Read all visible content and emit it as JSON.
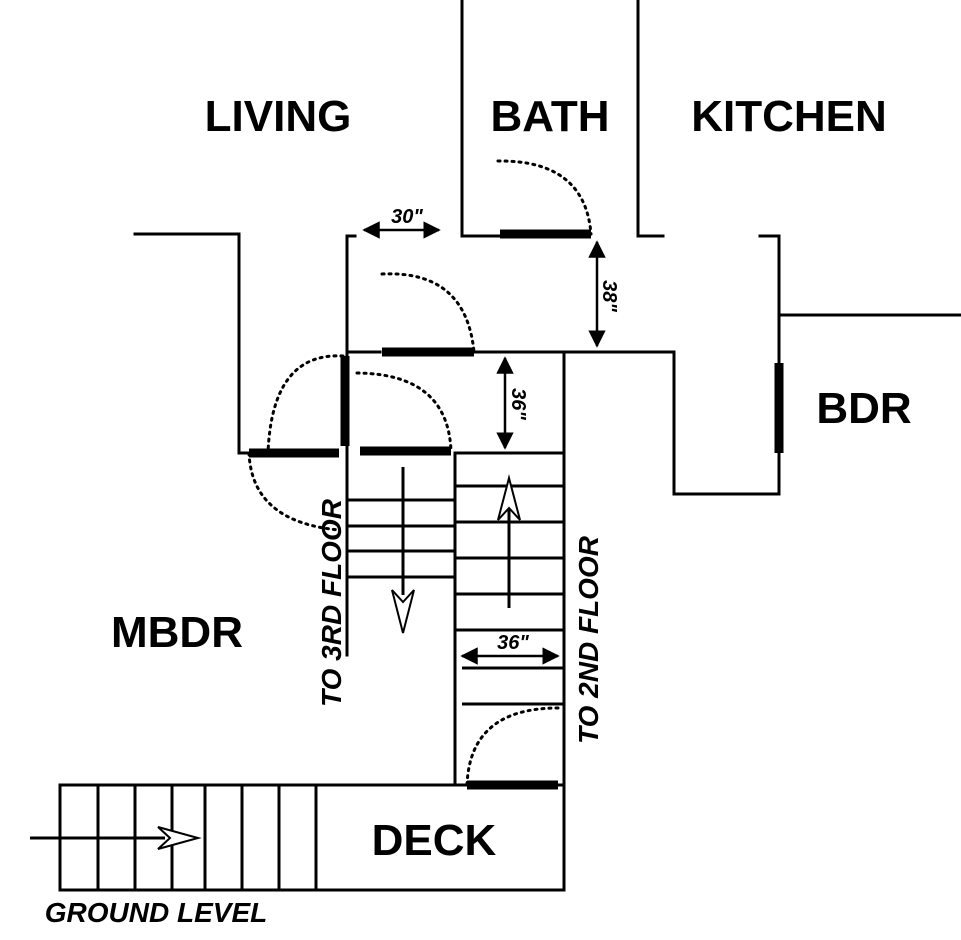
{
  "rooms": {
    "living": "LIVING",
    "bath": "BATH",
    "kitchen": "KITCHEN",
    "bdr": "BDR",
    "mbdr": "MBDR",
    "deck": "DECK"
  },
  "stairs": {
    "to_third": "TO 3RD FLOOR",
    "to_second": "TO 2ND FLOOR",
    "ground": "GROUND LEVEL"
  },
  "dimensions": {
    "hall_opening": "30\"",
    "hall_width": "38\"",
    "landing_width": "36\"",
    "stair_width": "36\""
  }
}
